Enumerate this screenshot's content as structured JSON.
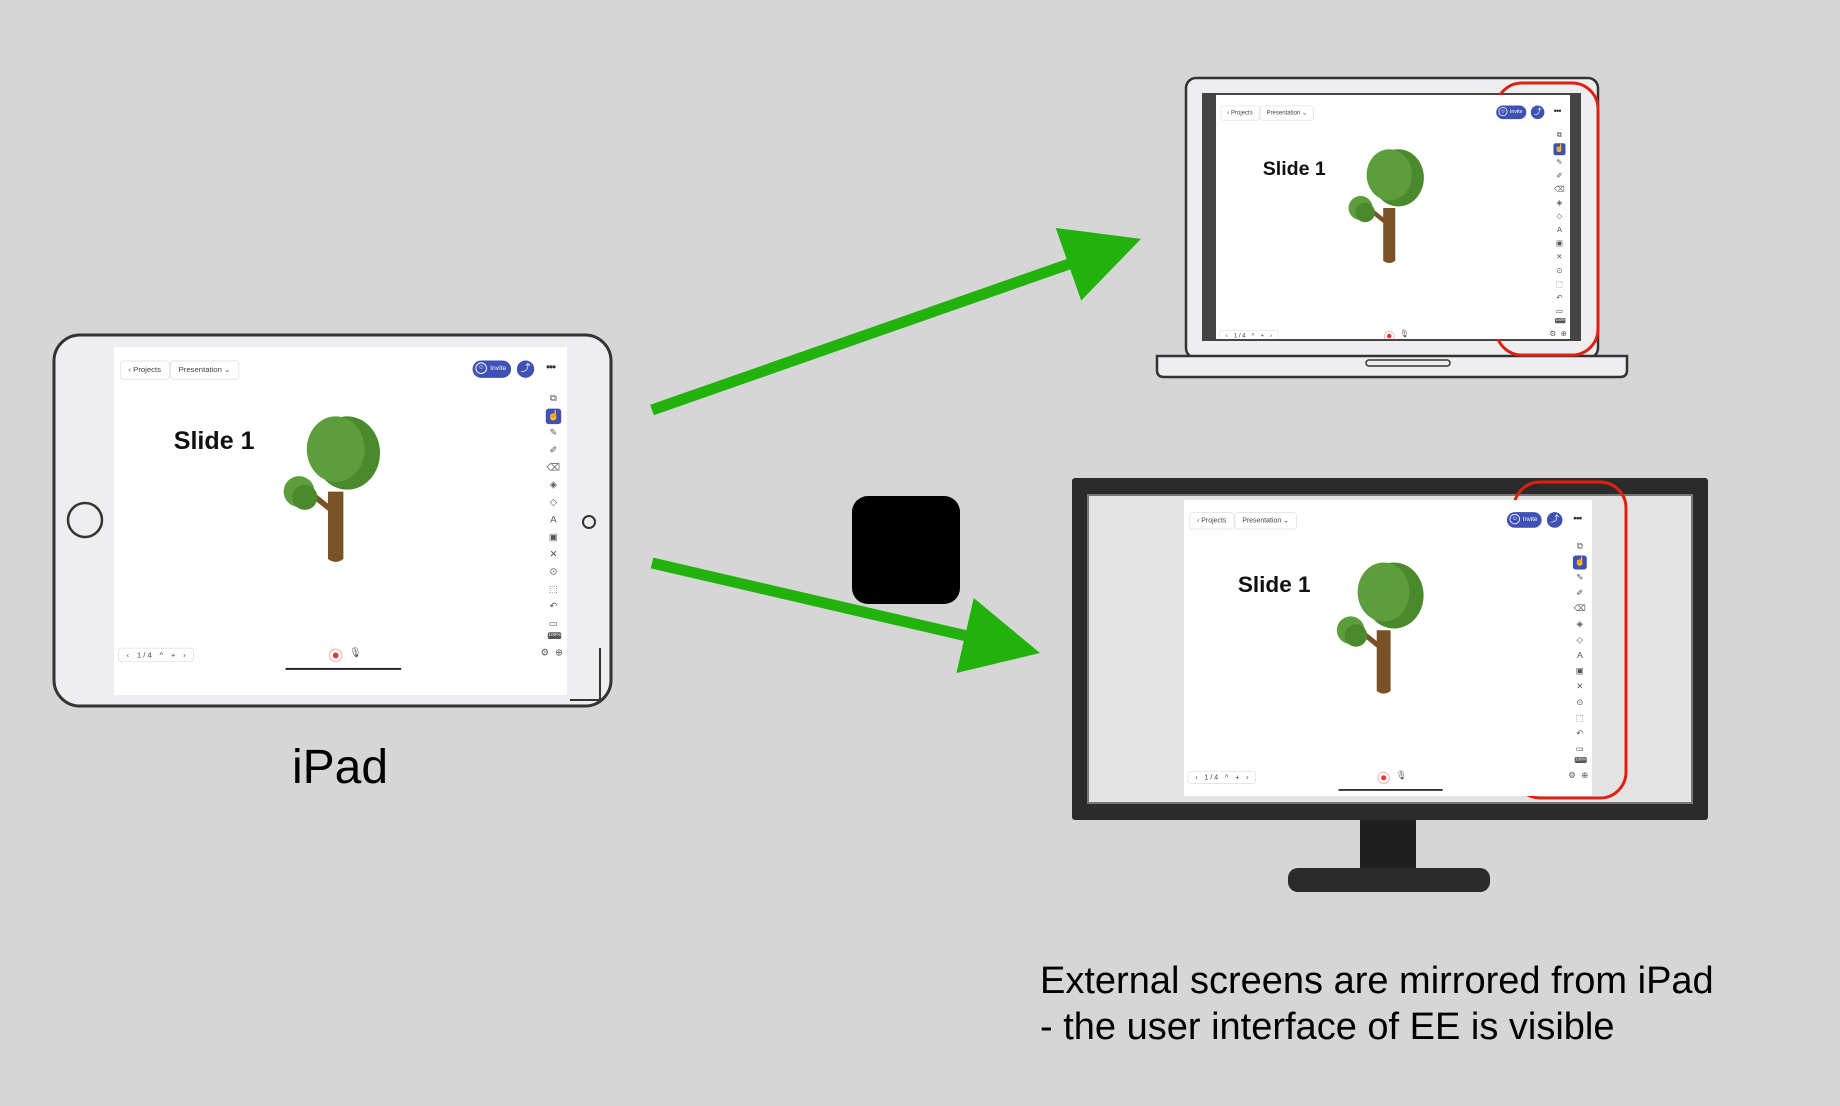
{
  "diagram": {
    "ipad_label": "iPad",
    "footnote_lines": [
      "External screens are mirrored from iPad",
      "- the user interface of EE is visible"
    ],
    "colors": {
      "background": "#d6d6d6",
      "arrow": "#22b20c",
      "highlight": "#e02010",
      "accent": "#3f51b5"
    }
  },
  "app": {
    "back_label": "Projects",
    "presentation_label": "Presentation",
    "invite_label": "Invite",
    "slide_title": "Slide 1",
    "page_indicator": "1 / 4",
    "zoom_badge": "100%",
    "tools": [
      "copy-icon",
      "hand-icon",
      "pencil-icon",
      "marker-icon",
      "eraser-icon",
      "fill-icon",
      "shapes-icon",
      "text-icon",
      "image-icon",
      "close-icon",
      "target-icon",
      "select-icon",
      "undo-icon",
      "rectangle-icon"
    ],
    "tool_glyphs": [
      "⧉",
      "☝",
      "✎",
      "✐",
      "⌫",
      "◈",
      "◇",
      "A",
      "▣",
      "✕",
      "⊙",
      "⬚",
      "↶",
      "▭"
    ]
  }
}
